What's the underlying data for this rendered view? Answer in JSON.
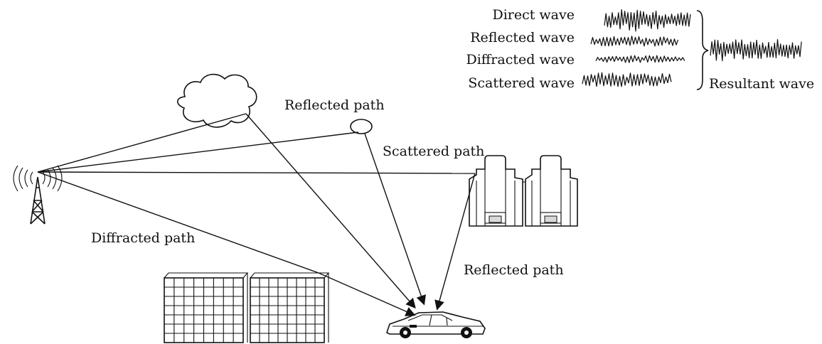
{
  "diagram": {
    "labels": {
      "direct_wave": "Direct wave",
      "reflected_wave": "Reflected wave",
      "diffracted_wave": "Diffracted wave",
      "scattered_wave": "Scattered wave",
      "resultant_wave": "Resultant wave",
      "reflected_path_top": "Reflected path",
      "scattered_path": "Scattered path",
      "diffracted_path": "Diffracted path",
      "reflected_path_right": "Reflected path"
    },
    "icons": {
      "tower": "transmitter-tower-icon",
      "car": "receiver-car-icon",
      "cloud": "cloud-icon",
      "reflector": "reflector-icon",
      "city_buildings": "city-buildings-icon",
      "office_buildings": "office-buildings-icon"
    },
    "colors": {
      "ink": "#111111",
      "background": "#ffffff"
    }
  }
}
